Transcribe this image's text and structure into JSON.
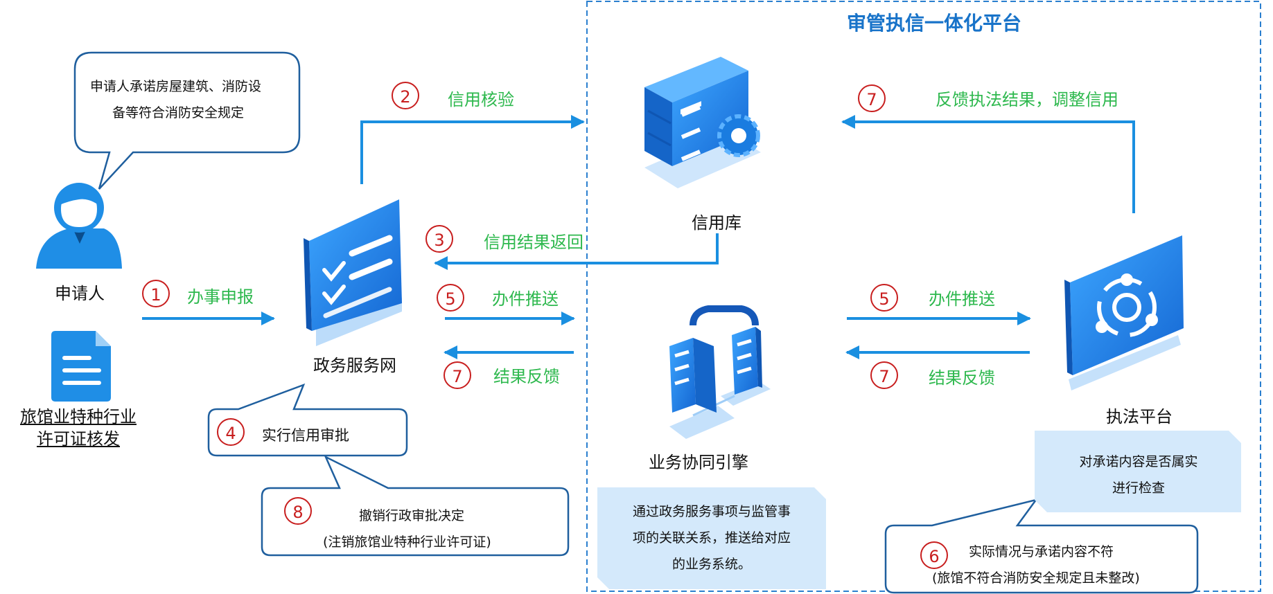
{
  "platform_title": "审管执信一体化平台",
  "applicant": {
    "label": "申请人",
    "speech": [
      "申请人承诺房屋建筑、消防设",
      "备等符合消防安全规定"
    ]
  },
  "license": {
    "line1": "旅馆业特种行业",
    "line2": "许可证核发"
  },
  "gov_service": {
    "label": "政务服务网"
  },
  "credit_db": {
    "label": "信用库"
  },
  "engine": {
    "label": "业务协同引擎",
    "note": [
      "通过政务服务事项与监管事",
      "项的关联关系，推送给对应",
      "的业务系统。"
    ]
  },
  "enforce": {
    "label": "执法平台",
    "note": [
      "对承诺内容是否属实",
      "进行检查"
    ]
  },
  "steps": {
    "s1": {
      "num": "1",
      "label": "办事申报"
    },
    "s2": {
      "num": "2",
      "label": "信用核验"
    },
    "s3": {
      "num": "3",
      "label": "信用结果返回"
    },
    "s4": {
      "num": "4",
      "label": "实行信用审批"
    },
    "s5a": {
      "num": "5",
      "label": "办件推送"
    },
    "s5b": {
      "num": "5",
      "label": "办件推送"
    },
    "s6": {
      "num": "6",
      "line1": "实际情况与承诺内容不符",
      "line2": "(旅馆不符合消防安全规定且未整改)"
    },
    "s7a": {
      "num": "7",
      "label": "反馈执法结果，调整信用"
    },
    "s7b": {
      "num": "7",
      "label": "结果反馈"
    },
    "s7c": {
      "num": "7",
      "label": "结果反馈"
    },
    "s8": {
      "num": "8",
      "line1": "撤销行政审批决定",
      "line2": "(注销旅馆业特种行业许可证)"
    }
  },
  "colors": {
    "arrow": "#1a8fe0",
    "step_label": "#2db84d",
    "step_number": "#c81e1e",
    "platform_border": "#2a7fcf",
    "callout_border": "#1f5f9e",
    "note_fill": "#d4e9fb",
    "icon_blue": "#1f7de0"
  }
}
